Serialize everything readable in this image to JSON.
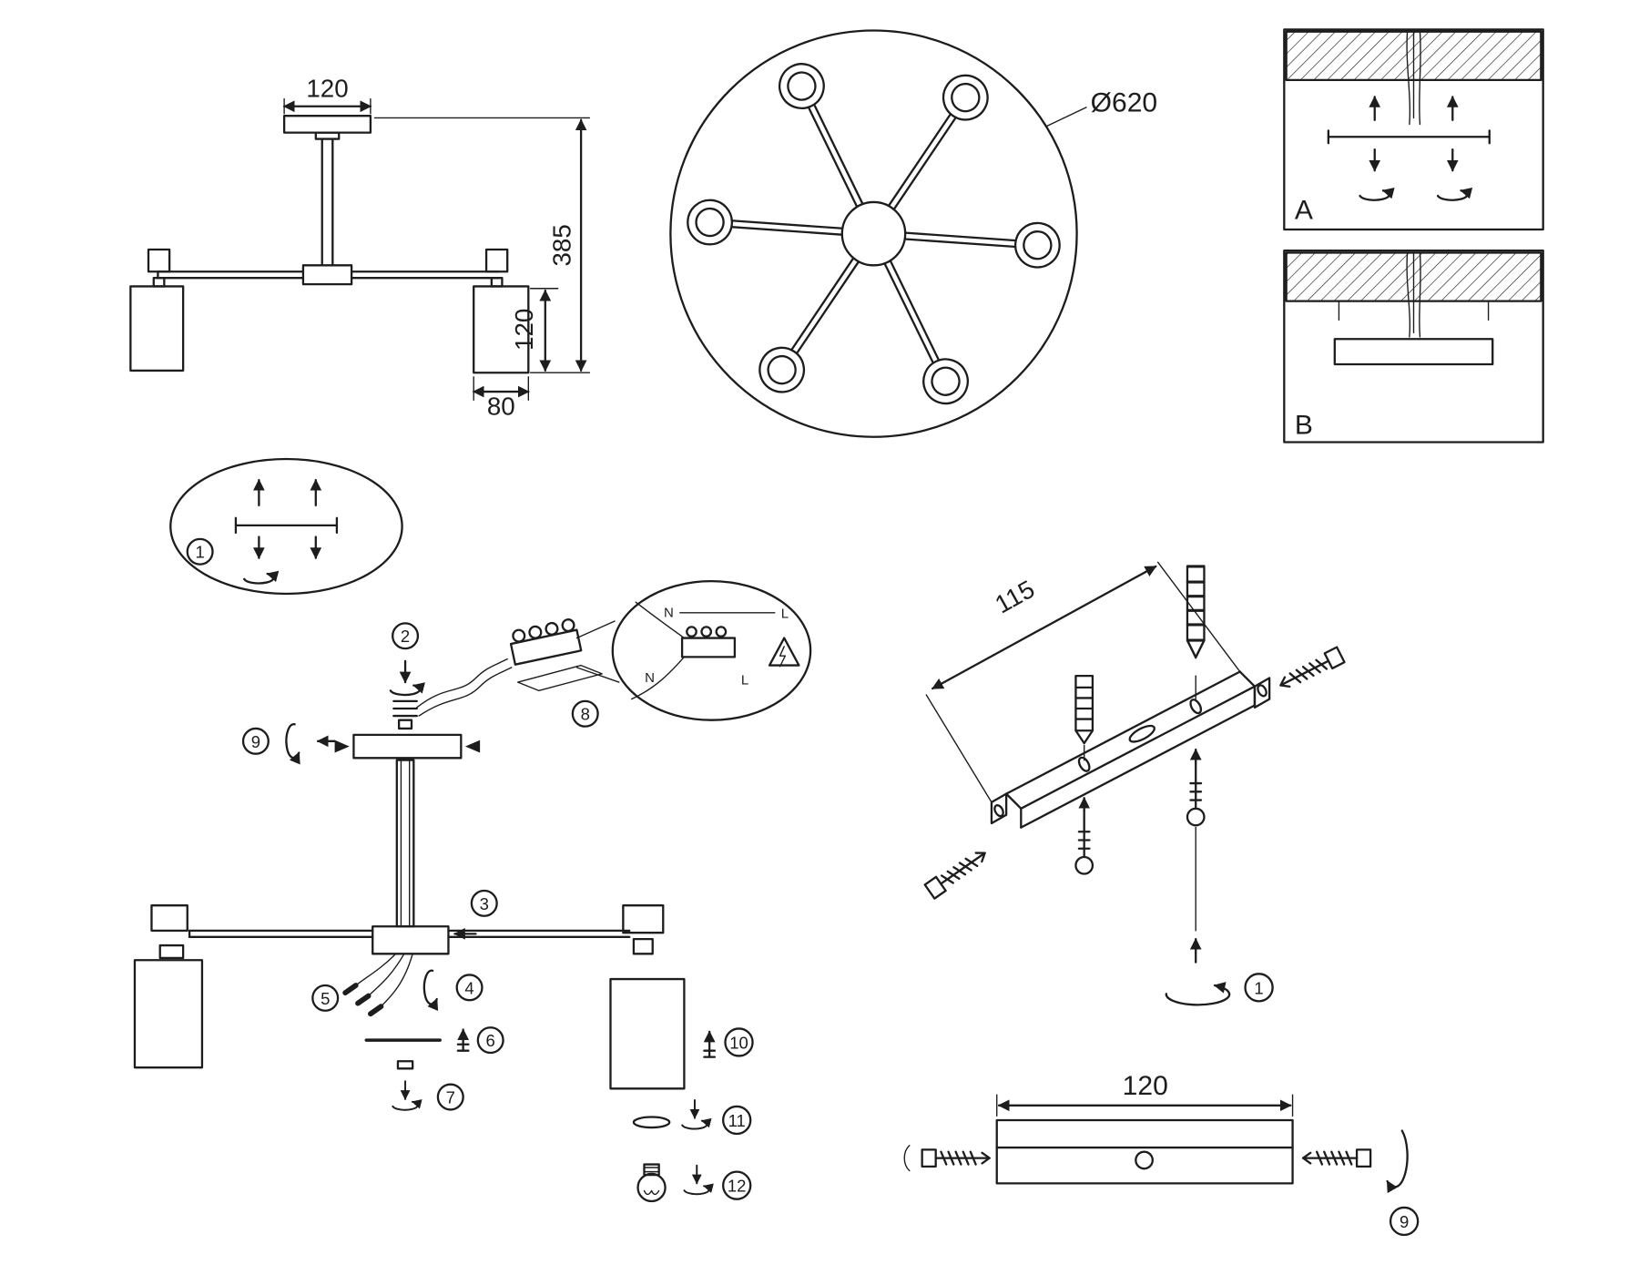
{
  "doc": {
    "background": "#ffffff",
    "ink": "#1d1d1d",
    "description": "Installation instruction sheet for a 6-arm ceiling light fixture"
  },
  "dims": {
    "canopy_width": "120",
    "total_height": "385",
    "shade_height": "120",
    "shade_width": "80",
    "top_diameter": "Ø620",
    "bracket_depth": "115",
    "bracket_width": "120"
  },
  "panels": {
    "a": "A",
    "b": "B"
  },
  "steps": {
    "s1": "1",
    "s2": "2",
    "s3": "3",
    "s4": "4",
    "s5": "5",
    "s6": "6",
    "s7": "7",
    "s8": "8",
    "s9": "9",
    "s10": "10",
    "s11": "11",
    "s12": "12"
  },
  "wiring": {
    "n": "N",
    "l": "L",
    "n2": "N",
    "l2": "L"
  }
}
